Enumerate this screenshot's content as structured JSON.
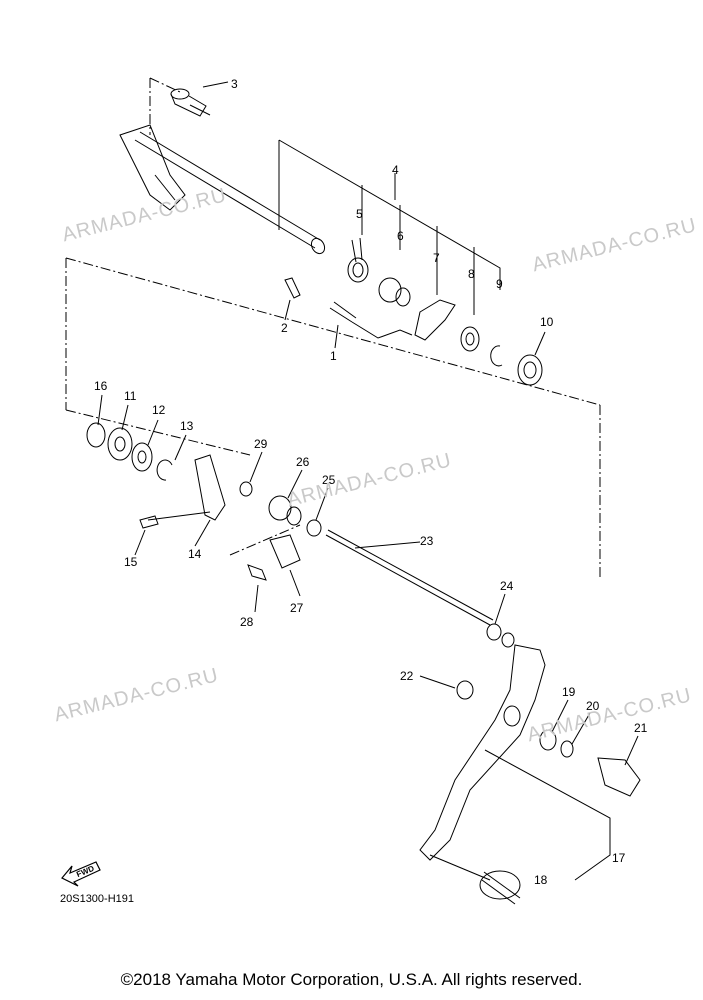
{
  "watermarks": [
    "ARMADA-CO.RU",
    "ARMADA-CO.RU",
    "ARMADA-CO.RU",
    "ARMADA-CO.RU",
    "ARMADA-CO.RU"
  ],
  "callouts": [
    "1",
    "2",
    "3",
    "4",
    "5",
    "6",
    "7",
    "8",
    "9",
    "10",
    "11",
    "12",
    "13",
    "14",
    "15",
    "16",
    "17",
    "18",
    "19",
    "20",
    "21",
    "22",
    "23",
    "24",
    "25",
    "26",
    "27",
    "28",
    "29"
  ],
  "fwd_label": "FWD",
  "diagram_code": "20S1300-H191",
  "copyright": "©2018 Yamaha Motor Corporation, U.S.A. All rights reserved."
}
